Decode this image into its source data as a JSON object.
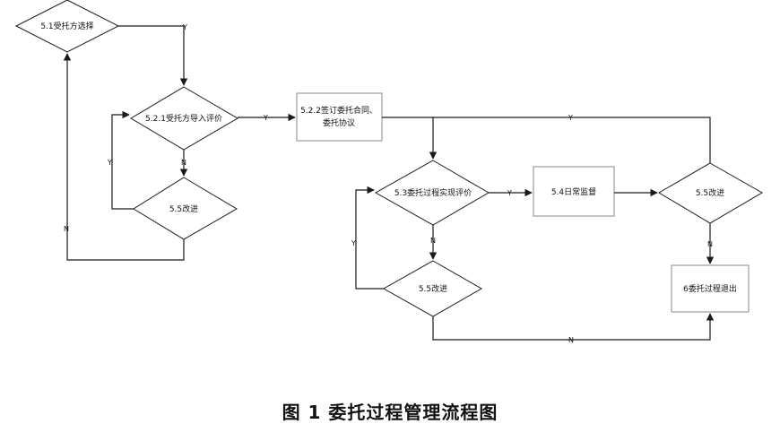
{
  "nodes": {
    "n51": "5.1受托方选择",
    "n521": "5.2.1受托方导入评价",
    "n55a": "5.5改进",
    "n522_line1": "5.2.2签订委托合同、",
    "n522_line2": "委托协议",
    "n53": "5.3委托过程实现评价",
    "n54": "5.4日常监督",
    "n55b": "5.5改进",
    "n55c": "5.5改进",
    "n6": "6委托过程退出"
  },
  "labels": {
    "y": "Y",
    "n": "N"
  },
  "caption": "图 1  委托过程管理流程图"
}
